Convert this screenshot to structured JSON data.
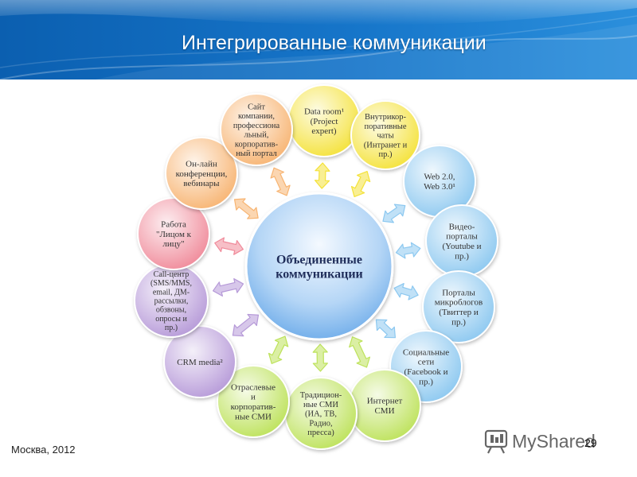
{
  "slide": {
    "title": "Интегрированные коммуникации",
    "footer_city": "Москва, 2012",
    "page_number": "29",
    "watermark": "MyShared"
  },
  "center": {
    "lines": [
      "Объединенные",
      "коммуникации"
    ],
    "color": "#5aa0e6"
  },
  "nodes": [
    {
      "id": "data-room",
      "lines": [
        "Data room¹",
        "(Project",
        "expert)"
      ],
      "color": "#f4e23a"
    },
    {
      "id": "internal-chats",
      "lines": [
        "Внутрикор-",
        "поративные",
        "чаты",
        "(Интранет и",
        "пр.)"
      ],
      "color": "#f4e23a"
    },
    {
      "id": "web",
      "lines": [
        "Web 2.0,",
        "Web 3.0¹"
      ],
      "color": "#8cc8f0"
    },
    {
      "id": "video-portals",
      "lines": [
        "Видео-",
        "порталы",
        "(Youtube и",
        "пр.)"
      ],
      "color": "#8cc8f0"
    },
    {
      "id": "microblogs",
      "lines": [
        "Порталы",
        "микроблогов",
        "(Твиттер и",
        "пр.)"
      ],
      "color": "#8cc8f0"
    },
    {
      "id": "social-networks",
      "lines": [
        "Социальные",
        "сети",
        "(Facebook и",
        "пр.)"
      ],
      "color": "#8cc8f0"
    },
    {
      "id": "internet-media",
      "lines": [
        "Интернет",
        "СМИ"
      ],
      "color": "#bde25a"
    },
    {
      "id": "traditional-media",
      "lines": [
        "Традицион-",
        "ные СМИ",
        "(ИА, ТВ,",
        "Радио,",
        "пресса)"
      ],
      "color": "#bde25a"
    },
    {
      "id": "industry-media",
      "lines": [
        "Отраслевые",
        "и",
        "корпоратив-",
        "ные СМИ"
      ],
      "color": "#bde25a"
    },
    {
      "id": "crm-media",
      "lines": [
        "CRM media²"
      ],
      "color": "#b69ad8"
    },
    {
      "id": "call-center",
      "lines": [
        "Call-центр",
        "(SMS/MMS,",
        "email, ДМ-",
        "рассылки,",
        "обзвоны,",
        "опросы и",
        "пр.)"
      ],
      "color": "#b69ad8"
    },
    {
      "id": "face-to-face",
      "lines": [
        "Работа",
        "\"Лицом к",
        "лицу\""
      ],
      "color": "#f08a9a"
    },
    {
      "id": "online-conferences",
      "lines": [
        "Он-лайн",
        "конференции,",
        "вебинары"
      ],
      "color": "#f7b472"
    },
    {
      "id": "company-site",
      "lines": [
        "Сайт",
        "компании,",
        "профессиона",
        "льный,",
        "корпоратив-",
        "ный  портал"
      ],
      "color": "#f7b472"
    }
  ]
}
